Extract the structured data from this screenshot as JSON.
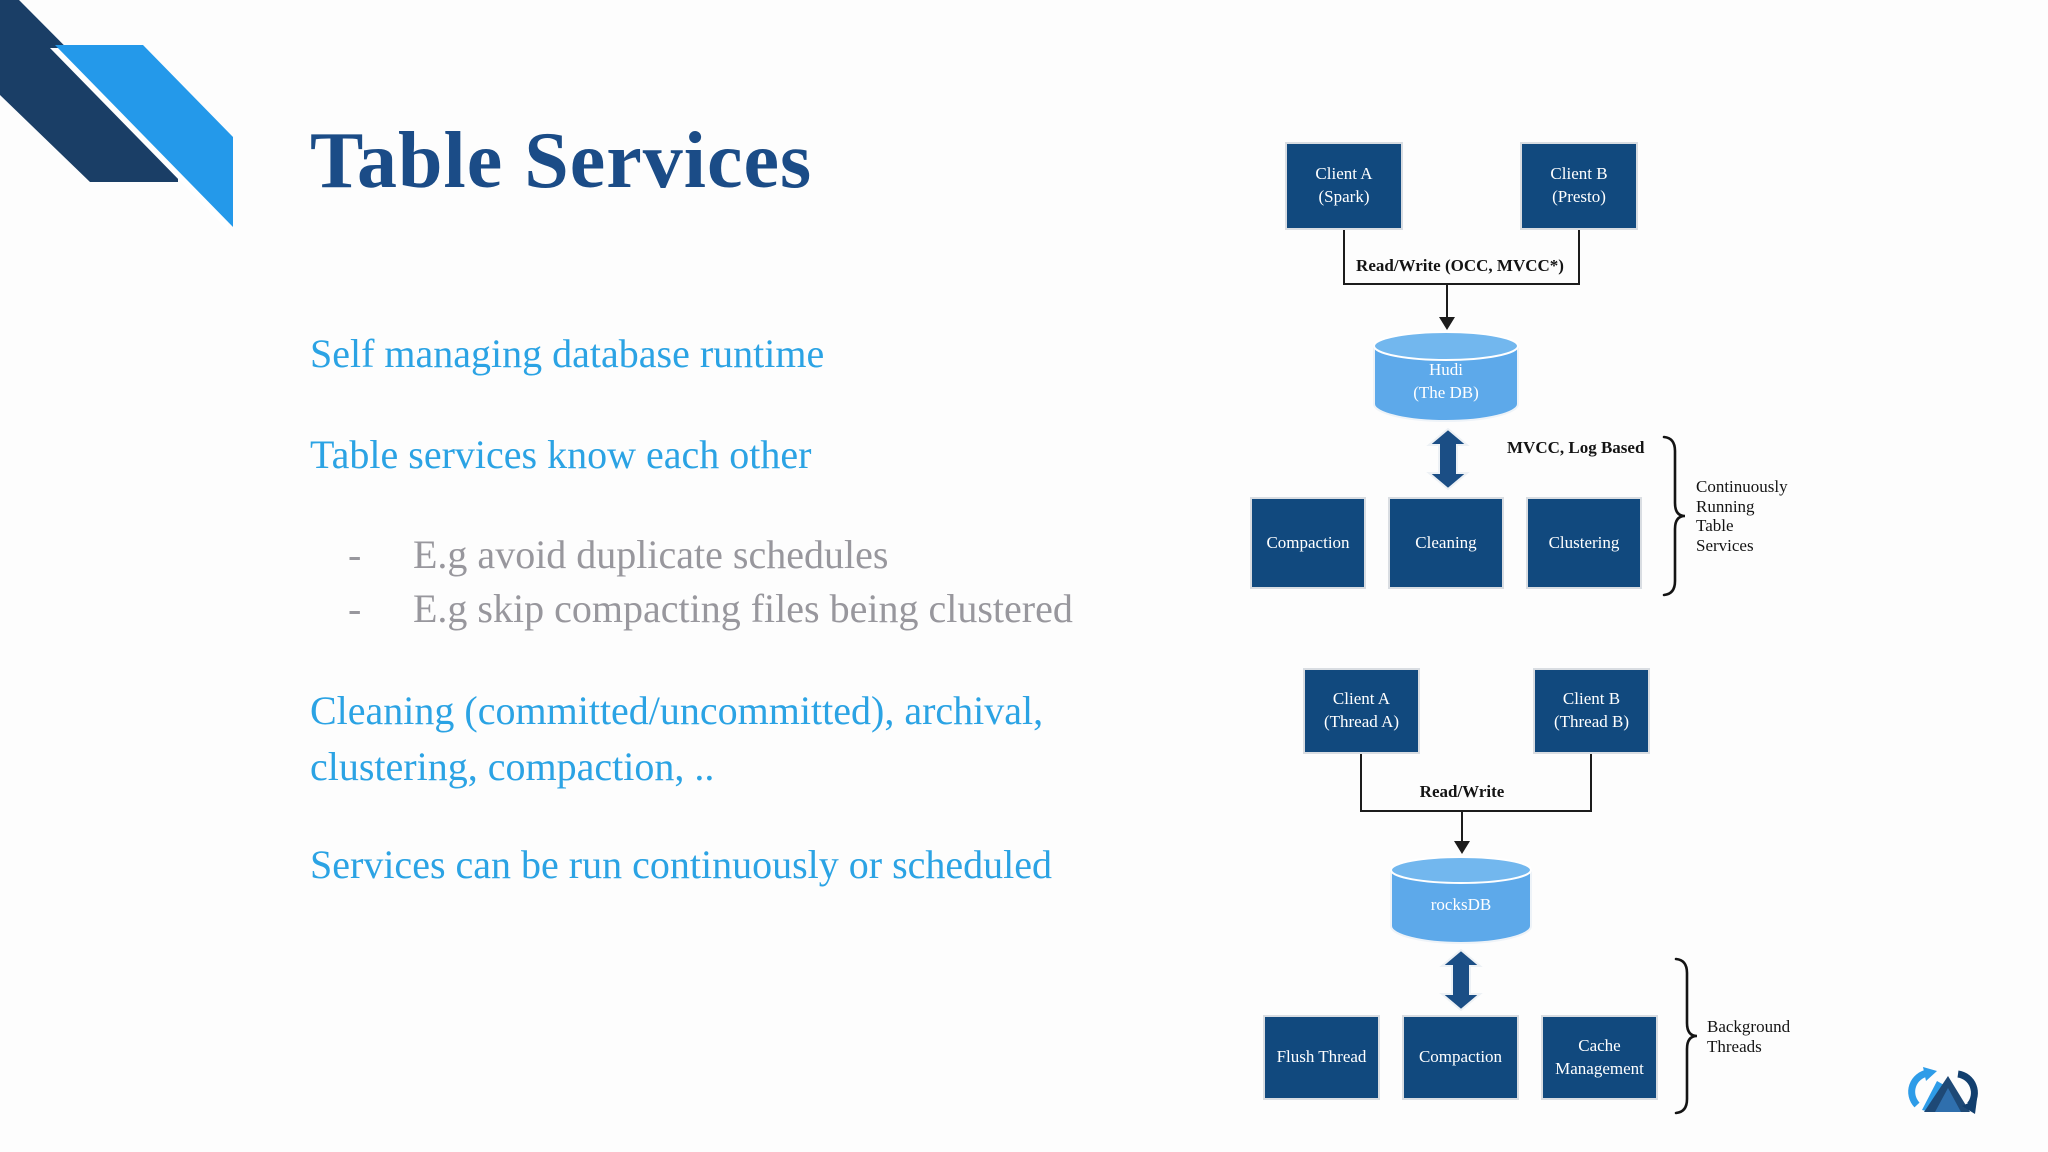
{
  "slide": {
    "title": "Table Services",
    "body": {
      "line1": "Self managing database runtime",
      "line2": "Table services know each other",
      "bullet_dash": "-",
      "bullet1": "E.g avoid duplicate schedules",
      "bullet2": "E.g skip compacting files being clustered",
      "line3a": "Cleaning (committed/uncommitted), archival,",
      "line3b": "clustering, compaction, ..",
      "line4": "Services can be run continuously or scheduled"
    }
  },
  "diagram_top": {
    "client_a_line1": "Client A",
    "client_a_line2": "(Spark)",
    "client_b_line1": "Client B",
    "client_b_line2": "(Presto)",
    "rw_label": "Read/Write (OCC, MVCC*)",
    "db_line1": "Hudi",
    "db_line2": "(The DB)",
    "mvcc_label": "MVCC, Log Based",
    "service1": "Compaction",
    "service2": "Cleaning",
    "service3": "Clustering",
    "brace_line1": "Continuously",
    "brace_line2": "Running",
    "brace_line3": "Table",
    "brace_line4": "Services"
  },
  "diagram_bottom": {
    "client_a_line1": "Client A",
    "client_a_line2": "(Thread A)",
    "client_b_line1": "Client B",
    "client_b_line2": "(Thread B)",
    "rw_label": "Read/Write",
    "db_line1": "rocksDB",
    "thread1": "Flush Thread",
    "thread2": "Compaction",
    "thread3": "Cache Management",
    "brace_line1": "Background",
    "brace_line2": "Threads"
  },
  "colors": {
    "title_navy": "#1b4c87",
    "body_blue": "#2ba3e4",
    "muted_gray": "#98979d",
    "box_navy": "#11497e",
    "cylinder_blue": "#5da9ea",
    "accent_light_blue": "#2499ea",
    "deco_dark_navy": "#1a3e66"
  }
}
